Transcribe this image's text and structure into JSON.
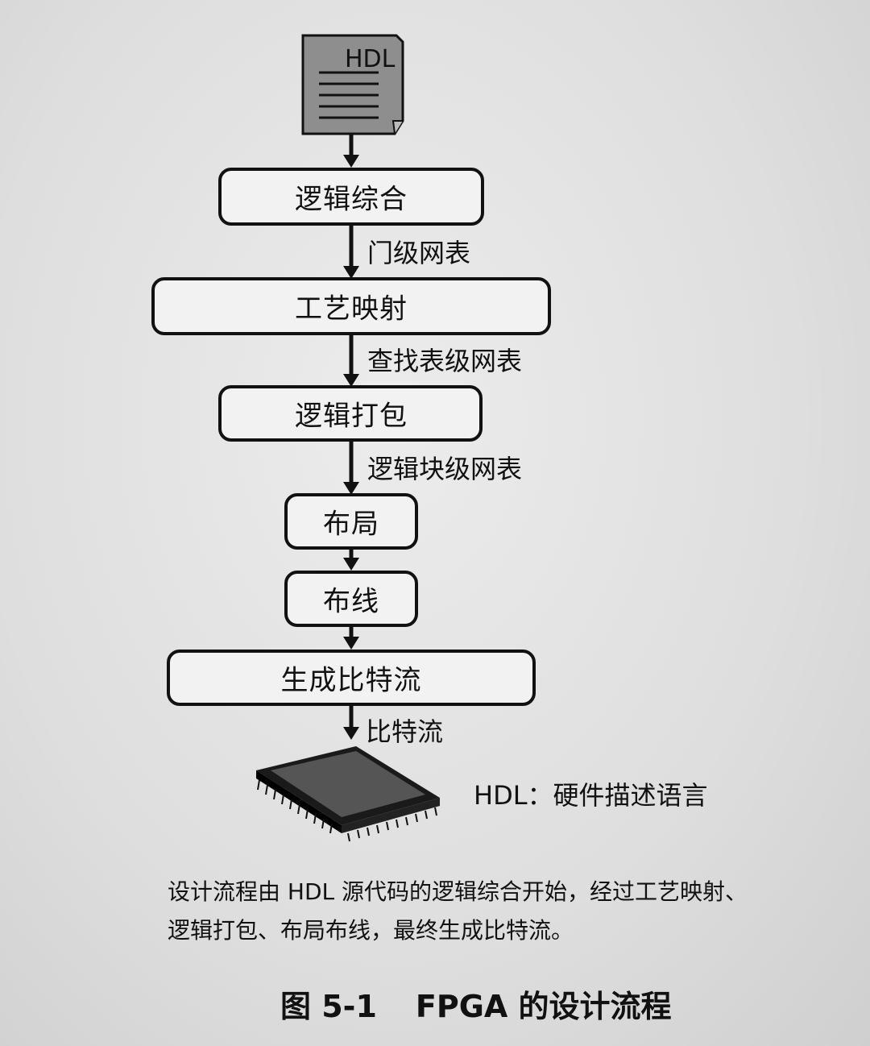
{
  "document": {
    "label": "HDL",
    "steps": [
      "逻辑综合",
      "工艺映射",
      "逻辑打包",
      "布局",
      "布线",
      "生成比特流"
    ],
    "edge_labels": [
      "门级网表",
      "查找表级网表",
      "逻辑块级网表",
      "比特流"
    ],
    "legend": "HDL：硬件描述语言"
  },
  "caption": {
    "line1": "设计流程由 HDL 源代码的逻辑综合开始，经过工艺映射、",
    "line2": "逻辑打包、布局布线，最终生成比特流。"
  },
  "figure": {
    "number": "图 5-1",
    "title": "FPGA 的设计流程"
  }
}
